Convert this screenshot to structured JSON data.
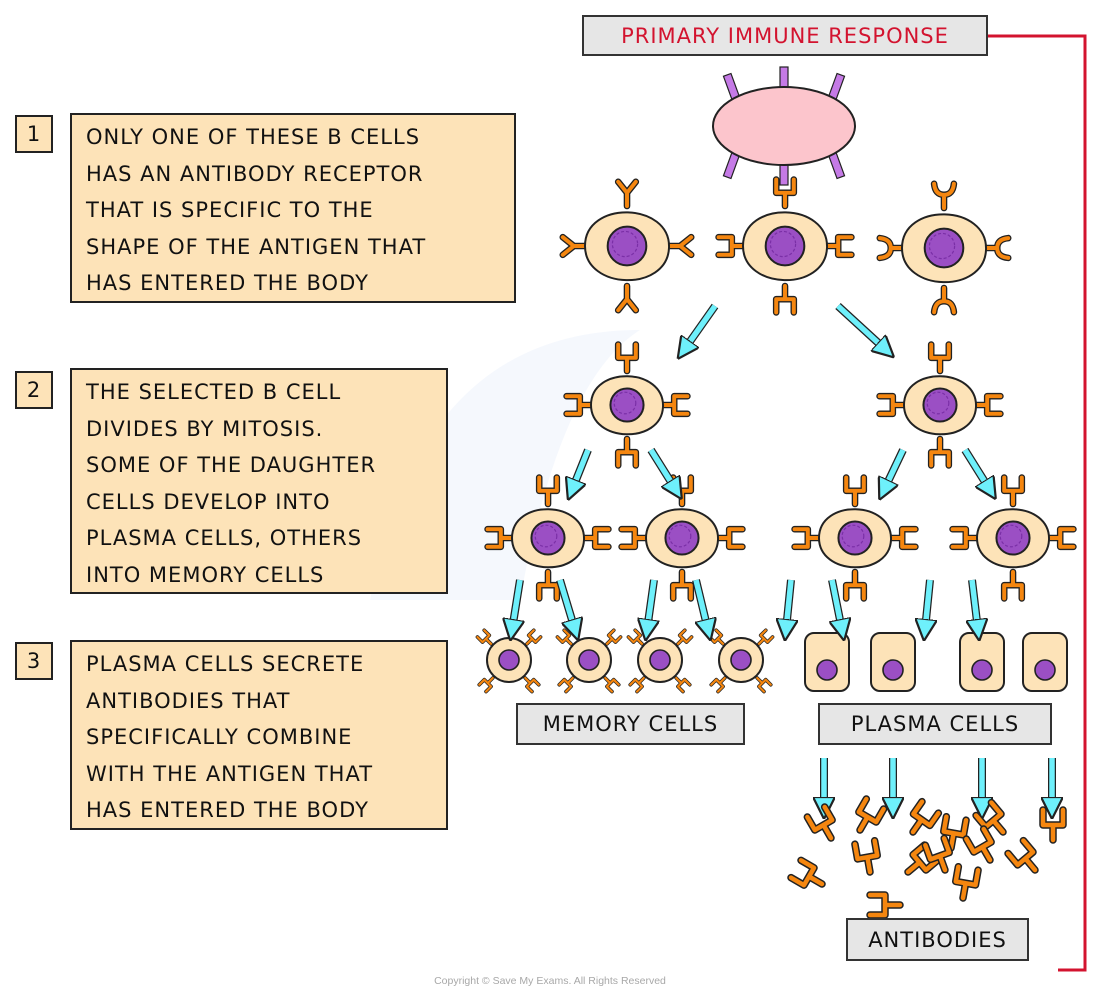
{
  "title": "PRIMARY IMMUNE RESPONSE",
  "steps": [
    {
      "number": "1",
      "lines": [
        "ONLY  ONE  OF  THESE  B  CELLS",
        "HAS  AN  ANTIBODY  RECEPTOR",
        "THAT  IS  SPECIFIC  TO  THE",
        "SHAPE  OF  THE  ANTIGEN  THAT",
        "HAS  ENTERED  THE  BODY"
      ]
    },
    {
      "number": "2",
      "lines": [
        "THE  SELECTED  B  CELL",
        "DIVIDES  BY  MITOSIS.",
        "SOME  OF  THE  DAUGHTER",
        "CELLS  DEVELOP  INTO",
        "PLASMA  CELLS,  OTHERS",
        "INTO  MEMORY  CELLS"
      ]
    },
    {
      "number": "3",
      "lines": [
        "PLASMA  CELLS  SECRETE",
        "ANTIBODIES  THAT",
        "SPECIFICALLY  COMBINE",
        "WITH  THE  ANTIGEN  THAT",
        "HAS  ENTERED  THE  BODY"
      ]
    }
  ],
  "labels": {
    "memory_cells": "MEMORY  CELLS",
    "plasma_cells": "PLASMA  CELLS",
    "antibodies": "ANTIBODIES"
  },
  "colors": {
    "title_red": "#d3132f",
    "cell_fill": "#fde3b8",
    "nucleus": "#9b4fc4",
    "receptor_orange": "#f5860f",
    "antigen_pink": "#fcc5cc",
    "antigen_spike": "#c57ae6",
    "arrow_cyan": "#6ef0fb",
    "label_gray": "#e6e6e6"
  },
  "copyright": "Copyright © Save My Exams. All Rights Reserved"
}
